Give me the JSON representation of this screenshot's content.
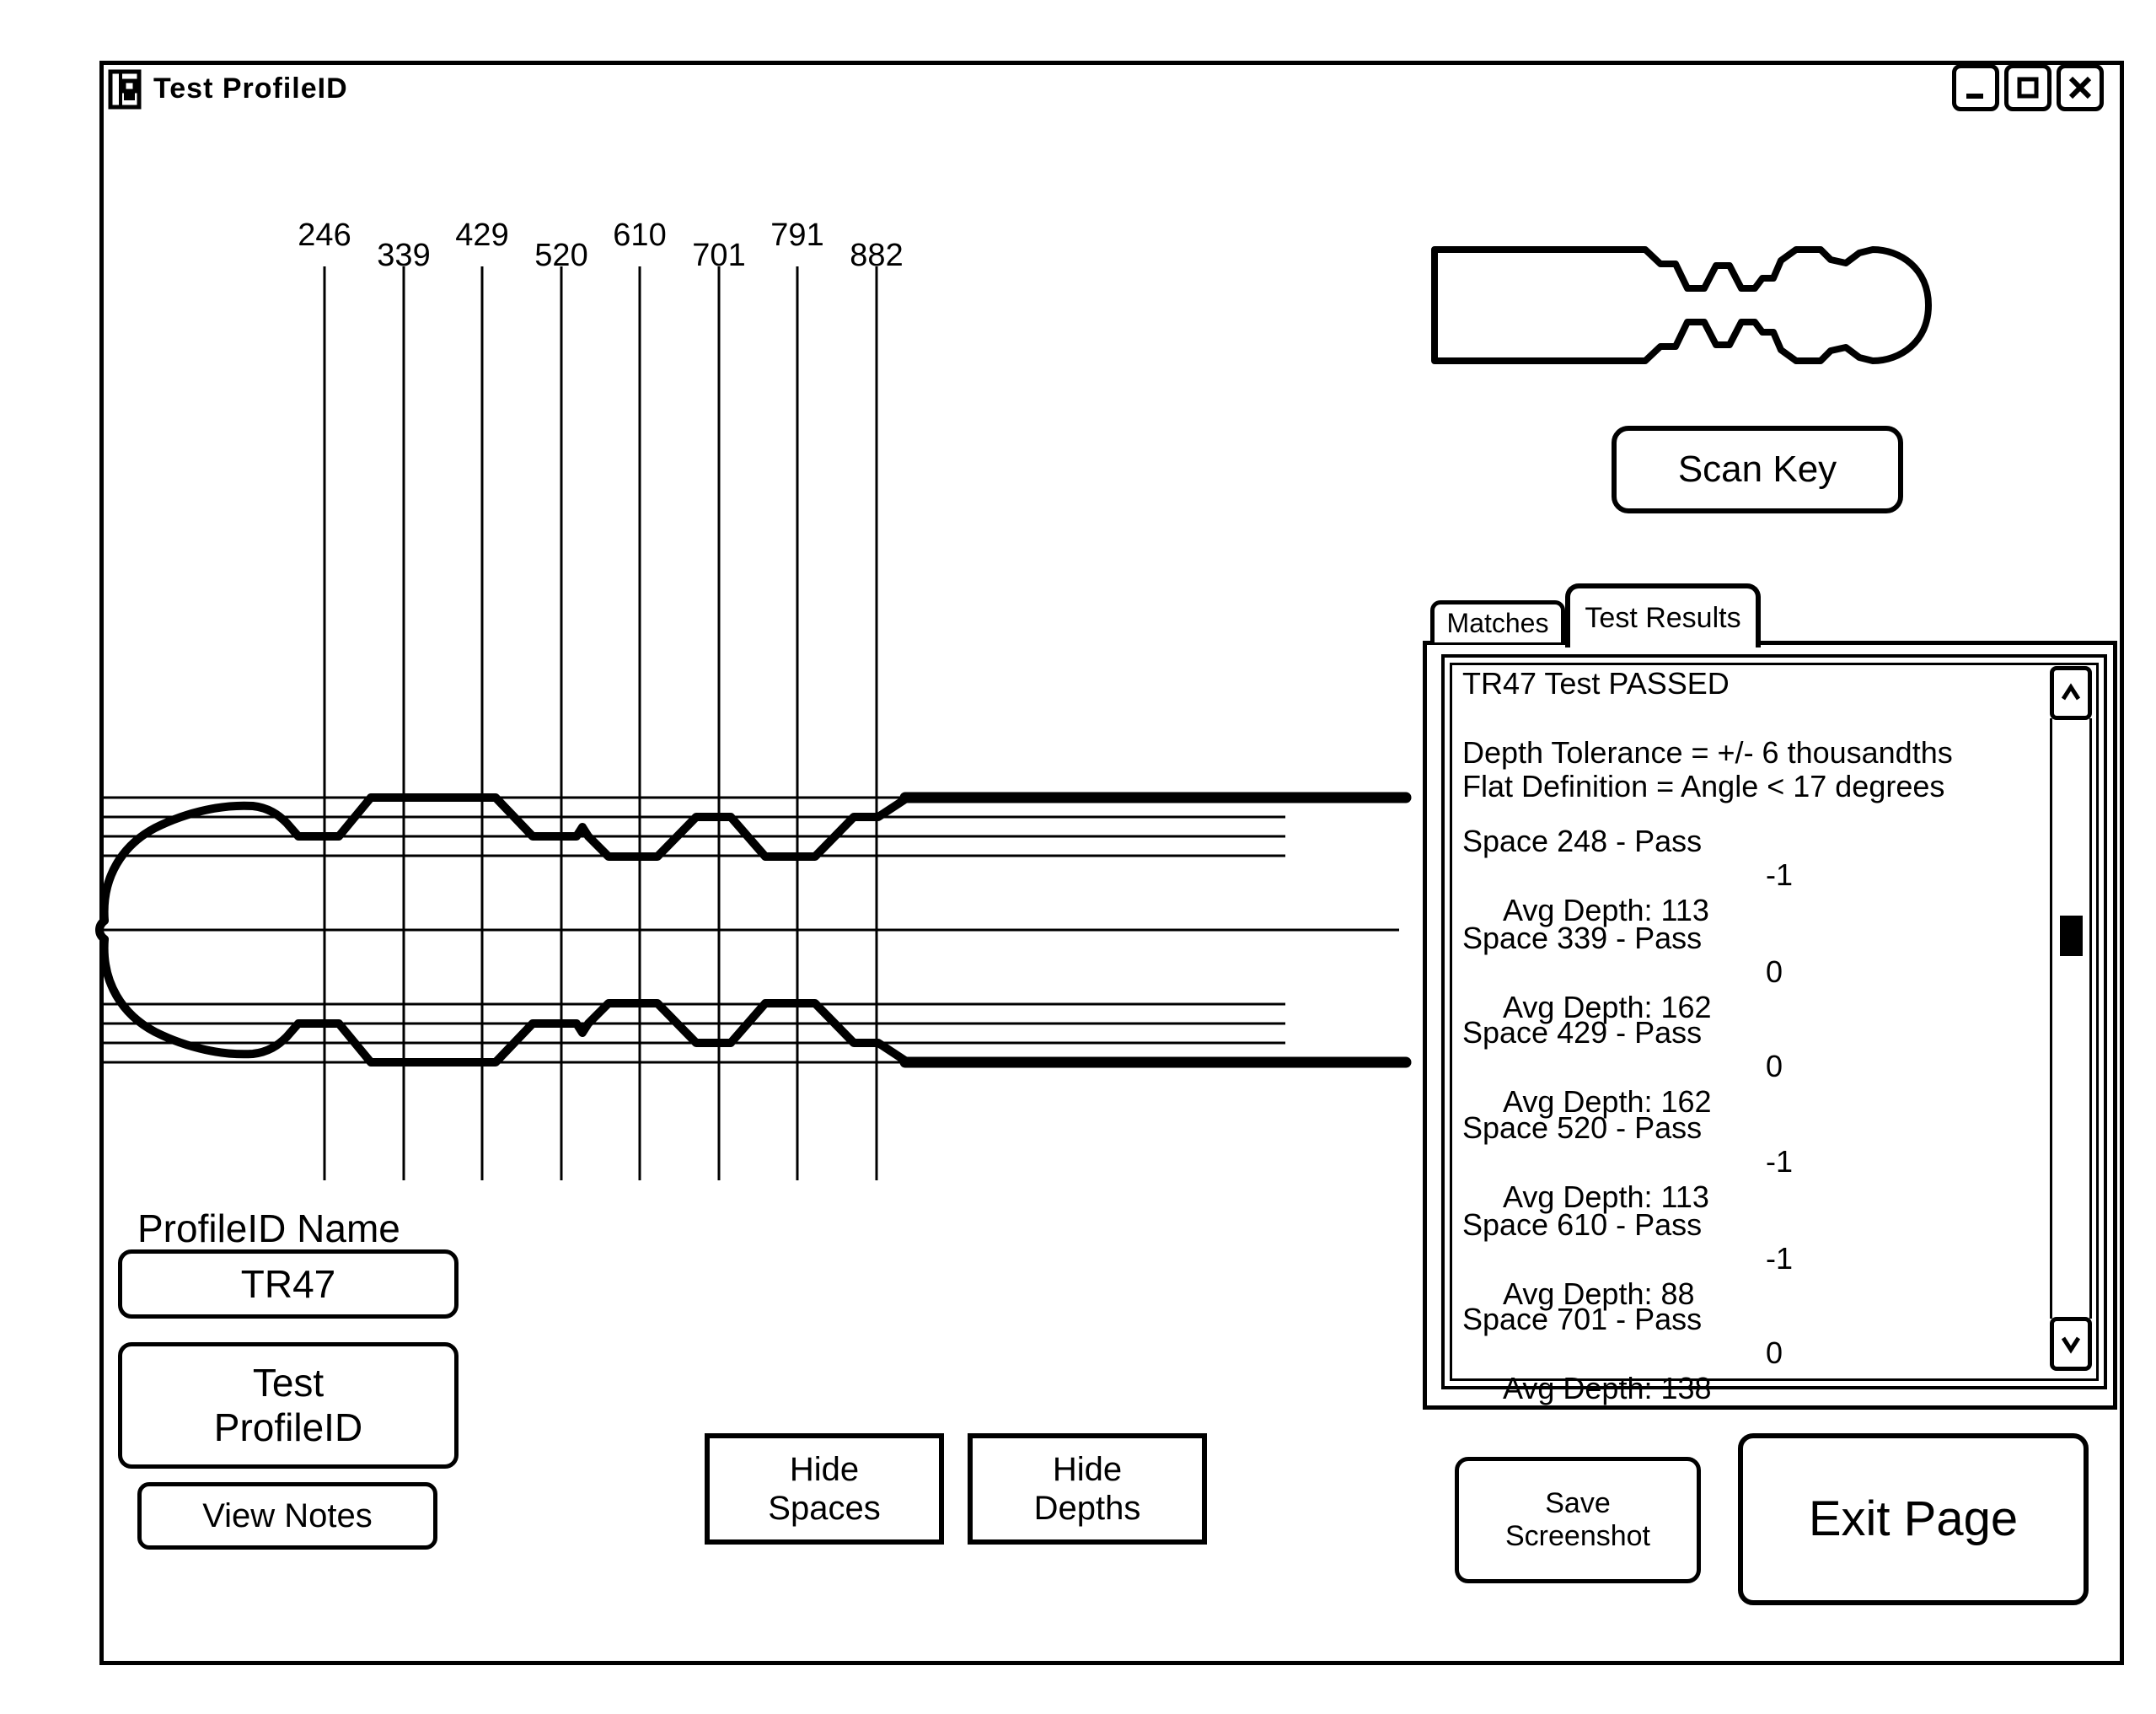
{
  "window": {
    "title": "Test ProfileID"
  },
  "icons": {
    "app": "window-icon",
    "minimize": "minimize-icon",
    "maximize": "maximize-icon",
    "close": "close-icon",
    "key": "key-outline",
    "scroll_up": "chevron-up",
    "scroll_down": "chevron-down"
  },
  "profile_chart": {
    "space_labels": [
      "246",
      "339",
      "429",
      "520",
      "610",
      "701",
      "791",
      "882"
    ]
  },
  "scan": {
    "button_label": "Scan Key"
  },
  "tabs": {
    "matches": "Matches",
    "test_results": "Test Results",
    "active": "Test Results"
  },
  "results": {
    "heading": "TR47 Test PASSED",
    "tolerance_line": "Depth Tolerance = +/- 6 thousandths",
    "flat_line": "Flat Definition = Angle < 17 degrees",
    "entries": [
      {
        "space": "Space 248 - Pass",
        "avg": "Avg Depth: 113",
        "delta": "-1"
      },
      {
        "space": "Space 339 - Pass",
        "avg": "Avg Depth: 162",
        "delta": "0"
      },
      {
        "space": "Space 429 - Pass",
        "avg": "Avg Depth: 162",
        "delta": "0"
      },
      {
        "space": "Space 520 - Pass",
        "avg": "Avg Depth: 113",
        "delta": "-1"
      },
      {
        "space": "Space 610 - Pass",
        "avg": "Avg Depth: 88",
        "delta": "-1"
      },
      {
        "space": "Space 701 - Pass",
        "avg": "Avg Depth: 138",
        "delta": "0"
      }
    ]
  },
  "profile_form": {
    "name_label": "ProfileID Name",
    "name_value": "TR47",
    "test_button": "Test ProfileID",
    "view_notes_button": "View Notes"
  },
  "toolbar": {
    "hide_spaces": "Hide Spaces",
    "hide_depths": "Hide Depths",
    "save_screenshot": "Save Screenshot",
    "exit_page": "Exit Page"
  }
}
